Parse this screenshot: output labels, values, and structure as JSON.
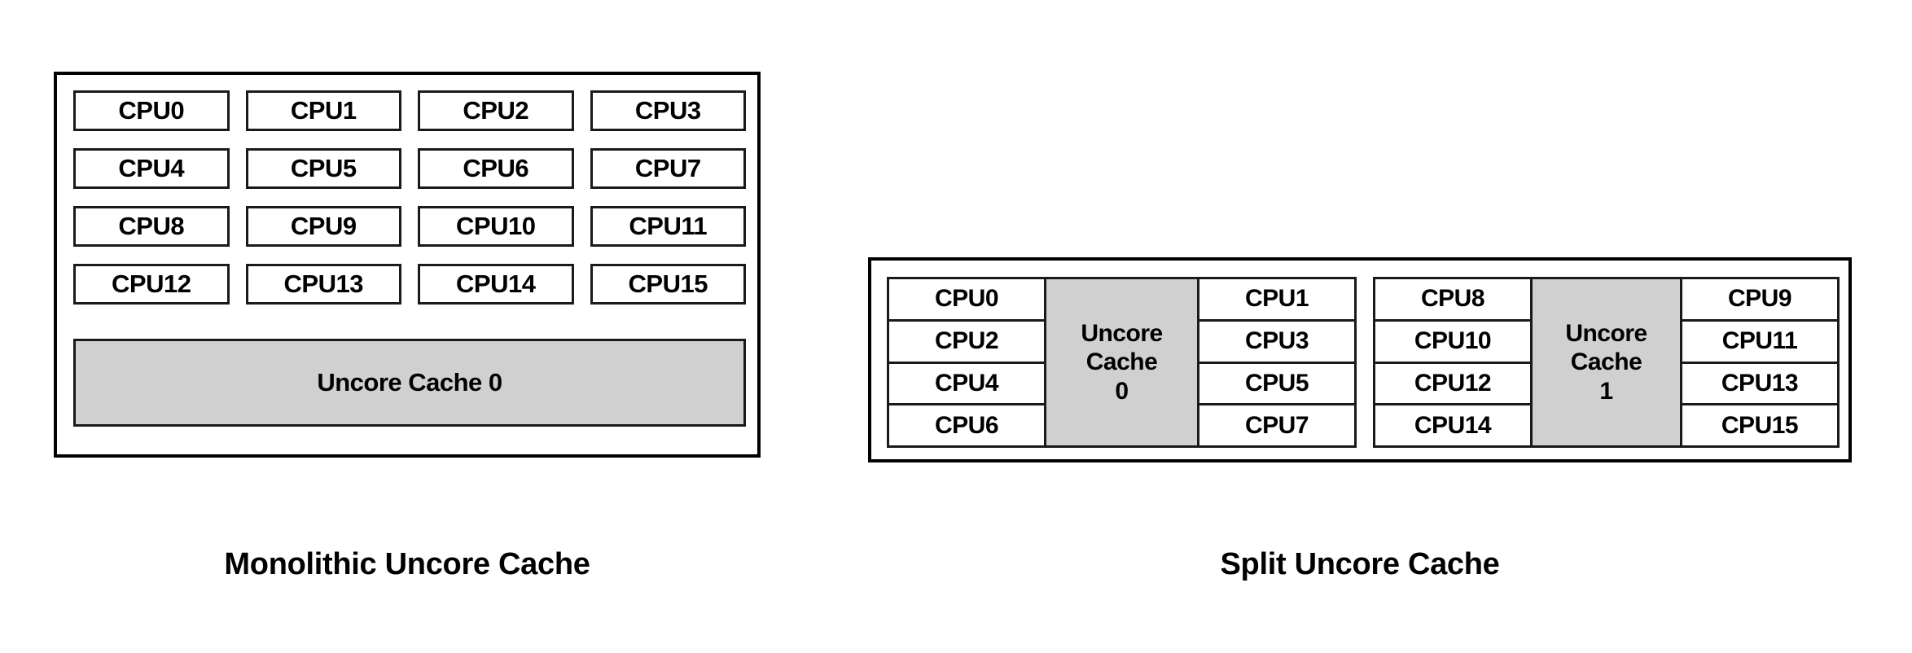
{
  "diagram": {
    "title_left": "Monolithic Uncore Cache",
    "title_right": "Split Uncore Cache",
    "colors": {
      "cache_fill": "#d0d0d0",
      "border": "#000000",
      "cpu_fill": "#ffffff",
      "text": "#000000"
    }
  },
  "monolithic": {
    "caption": "Monolithic Uncore Cache",
    "cpu_rows": [
      [
        "CPU0",
        "CPU1",
        "CPU2",
        "CPU3"
      ],
      [
        "CPU4",
        "CPU5",
        "CPU6",
        "CPU7"
      ],
      [
        "CPU8",
        "CPU9",
        "CPU10",
        "CPU11"
      ],
      [
        "CPU12",
        "CPU13",
        "CPU14",
        "CPU15"
      ]
    ],
    "cache_label": "Uncore Cache 0"
  },
  "split": {
    "caption": "Split Uncore Cache",
    "groups": [
      {
        "left_cpus": [
          "CPU0",
          "CPU2",
          "CPU4",
          "CPU6"
        ],
        "cache_lines": [
          "Uncore",
          "Cache",
          "0"
        ],
        "right_cpus": [
          "CPU1",
          "CPU3",
          "CPU5",
          "CPU7"
        ]
      },
      {
        "left_cpus": [
          "CPU8",
          "CPU10",
          "CPU12",
          "CPU14"
        ],
        "cache_lines": [
          "Uncore",
          "Cache",
          "1"
        ],
        "right_cpus": [
          "CPU9",
          "CPU11",
          "CPU13",
          "CPU15"
        ]
      }
    ]
  }
}
